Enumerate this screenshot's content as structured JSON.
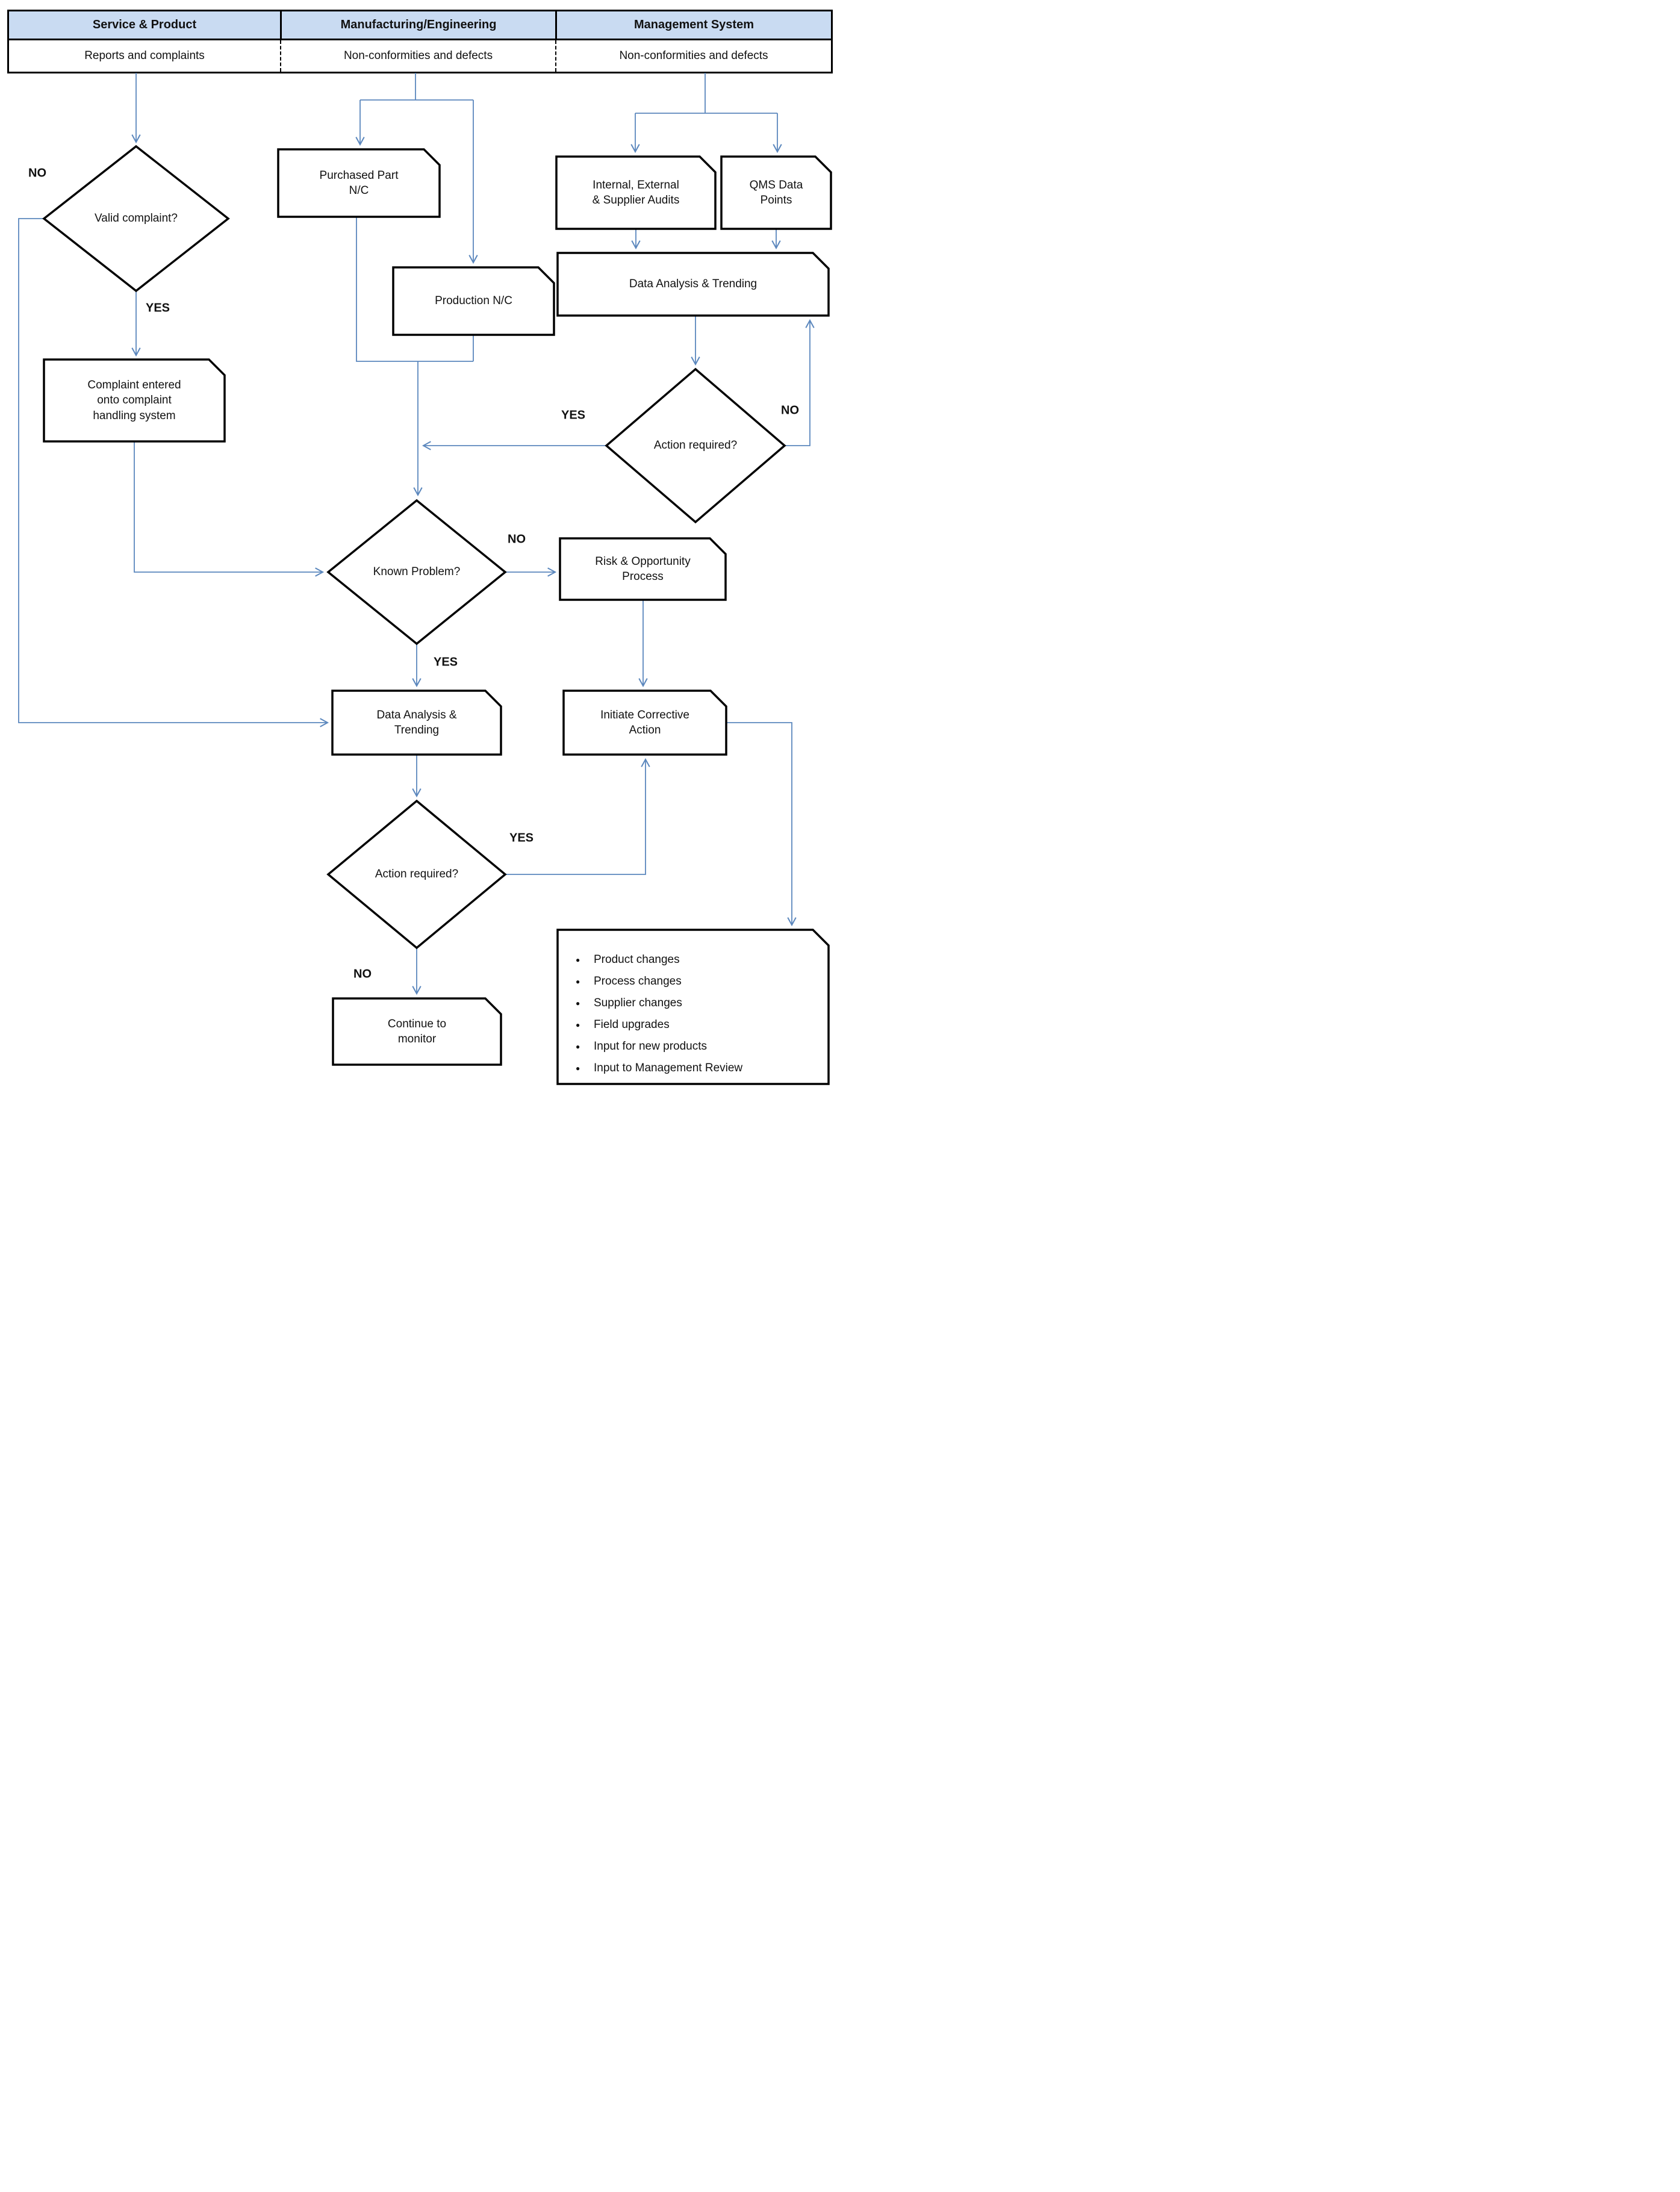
{
  "colors": {
    "connector_blue": "#5b87bd",
    "header_fill": "#c9dbf2",
    "shape_border": "#000000",
    "text": "#111111"
  },
  "header": {
    "columns": [
      {
        "title": "Service & Product",
        "subtitle": "Reports and complaints"
      },
      {
        "title": "Manufacturing/Engineering",
        "subtitle": "Non-conformities and defects"
      },
      {
        "title": "Management System",
        "subtitle": "Non-conformities and defects"
      }
    ]
  },
  "nodes": {
    "valid_complaint": {
      "shape": "decision",
      "label": "Valid complaint?"
    },
    "complaint_entered": {
      "shape": "process",
      "label": "Complaint entered\nonto complaint\nhandling system"
    },
    "purchased_part": {
      "shape": "process",
      "label": "Purchased Part\nN/C"
    },
    "production_nc": {
      "shape": "process",
      "label": "Production N/C"
    },
    "internal_audits": {
      "shape": "process",
      "label": "Internal, External\n& Supplier Audits"
    },
    "qms_data_points": {
      "shape": "process",
      "label": "QMS Data\nPoints"
    },
    "data_analysis_right": {
      "shape": "process",
      "label": "Data Analysis & Trending"
    },
    "action_required_right": {
      "shape": "decision",
      "label": "Action required?"
    },
    "known_problem": {
      "shape": "decision",
      "label": "Known Problem?"
    },
    "risk_opportunity": {
      "shape": "process",
      "label": "Risk & Opportunity\nProcess"
    },
    "data_analysis_mid": {
      "shape": "process",
      "label": "Data Analysis &\nTrending"
    },
    "initiate_corrective": {
      "shape": "process",
      "label": "Initiate Corrective\nAction"
    },
    "action_required_bottom": {
      "shape": "decision",
      "label": "Action required?"
    },
    "continue_monitor": {
      "shape": "process",
      "label": "Continue to\nmonitor"
    },
    "outputs": {
      "shape": "process-list",
      "items": [
        "Product changes",
        "Process changes",
        "Supplier changes",
        "Field upgrades",
        "Input for new products",
        "Input to Management Review"
      ]
    }
  },
  "branch_labels": {
    "valid_no": "NO",
    "valid_yes": "YES",
    "action_right_yes": "YES",
    "action_right_no": "NO",
    "known_no": "NO",
    "known_yes": "YES",
    "action_bottom_yes": "YES",
    "action_bottom_no": "NO"
  }
}
